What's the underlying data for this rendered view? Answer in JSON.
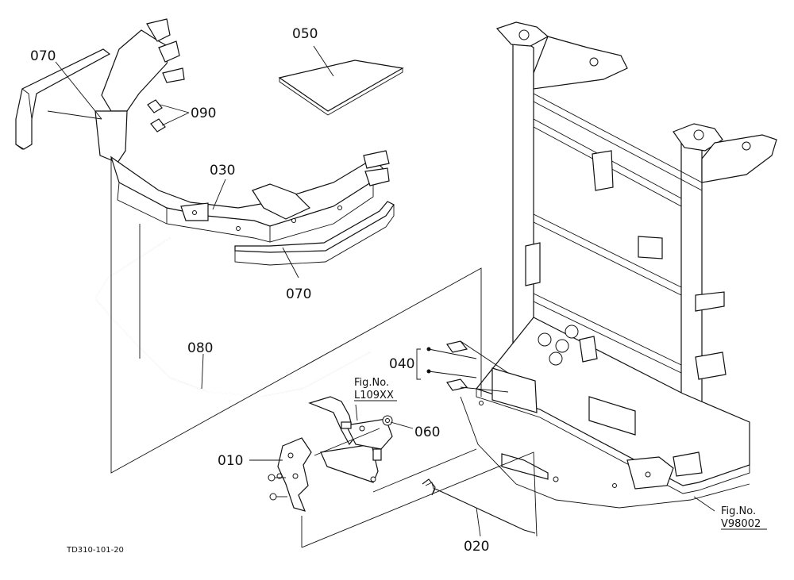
{
  "diagram": {
    "callouts": {
      "c010": "010",
      "c020": "020",
      "c030": "030",
      "c040": "040",
      "c050": "050",
      "c060": "060",
      "c070_top": "070",
      "c070_bottom": "070",
      "c080": "080",
      "c090": "090"
    },
    "fig_refs": {
      "ref1_label": "Fig.No.",
      "ref1_number": "L109XX",
      "ref2_label": "Fig.No.",
      "ref2_number": "V98002"
    },
    "drawing_number": "TD310-101-20"
  }
}
